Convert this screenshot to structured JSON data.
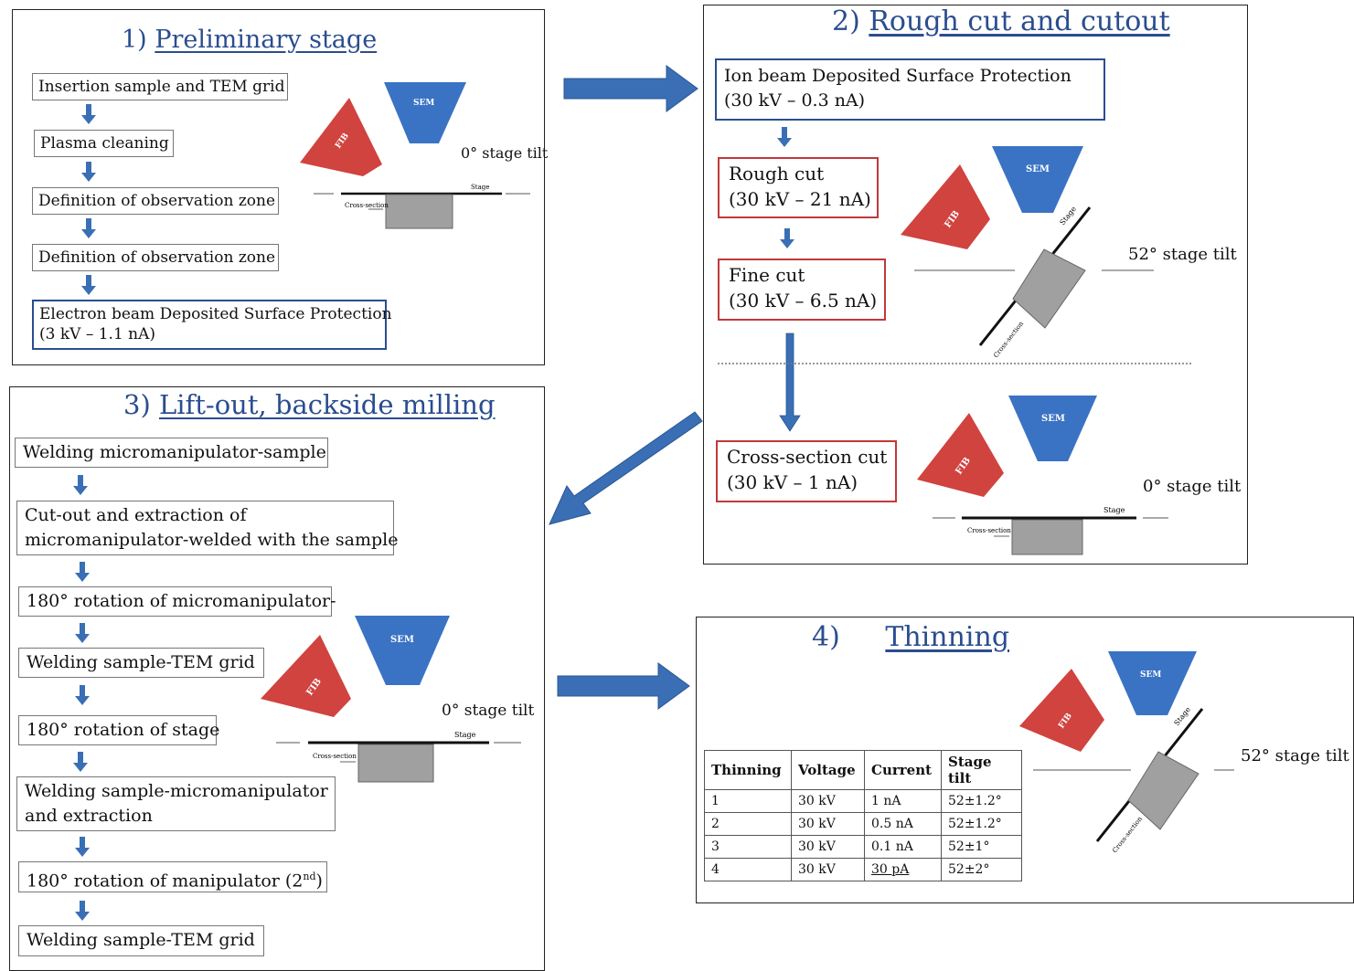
{
  "colors": {
    "title": "#2a4d8f",
    "fib": "#d0433f",
    "sem": "#3a73c4",
    "arrow": "#3a6fb5",
    "sample": "#a0a0a0"
  },
  "diagram_labels": {
    "fib": "FIB",
    "sem": "SEM",
    "stage": "Stage",
    "cross_section": "Cross-section"
  },
  "panel1": {
    "number": "1)",
    "title": "Preliminary stage",
    "steps": [
      "Insertion sample and TEM grid",
      "Plasma cleaning",
      "Definition of observation zone",
      "Definition of observation zone"
    ],
    "protection_line1": "Electron beam Deposited Surface Protection",
    "protection_line2": "(3 kV – 1.1 nA)",
    "tilt": "0° stage tilt"
  },
  "panel2": {
    "number": "2)",
    "title": "Rough cut and cutout",
    "ion_line1": "Ion beam Deposited Surface Protection",
    "ion_line2": "(30 kV – 0.3 nA)",
    "rough_line1": "Rough cut",
    "rough_line2": "(30 kV – 21 nA)",
    "fine_line1": "Fine cut",
    "fine_line2": "(30 kV – 6.5 nA)",
    "cross_line1": "Cross-section cut",
    "cross_line2": "(30 kV – 1 nA)",
    "tilt_top": "52° stage tilt",
    "tilt_bottom": "0° stage tilt"
  },
  "panel3": {
    "number": "3)",
    "title": "Lift-out, backside milling",
    "step1": "Welding micromanipulator-sample",
    "step2_line1": "Cut-out and extraction of",
    "step2_line2": "micromanipulator-welded with the sample",
    "step3": "180° rotation of micromanipulator-",
    "step4": "Welding sample-TEM grid",
    "step5": "180° rotation of stage",
    "step6_line1": "Welding sample-micromanipulator",
    "step6_line2": "and extraction",
    "step7_prefix": "180° rotation of manipulator (2",
    "step7_sup": "nd",
    "step7_suffix": ")",
    "step8": "Welding sample-TEM grid",
    "tilt": "0° stage tilt"
  },
  "panel4": {
    "number": "4)",
    "title": "Thinning",
    "tilt": "52° stage tilt",
    "table": {
      "headers": [
        "Thinning",
        "Voltage",
        "Current",
        "Stage tilt"
      ],
      "rows": [
        [
          "1",
          "30 kV",
          "1 nA",
          "52±1.2°"
        ],
        [
          "2",
          "30 kV",
          "0.5 nA",
          "52±1.2°"
        ],
        [
          "3",
          "30 kV",
          "0.1 nA",
          "52±1°"
        ],
        [
          "4",
          "30 kV",
          "30 pA",
          "52±2°"
        ]
      ]
    }
  }
}
